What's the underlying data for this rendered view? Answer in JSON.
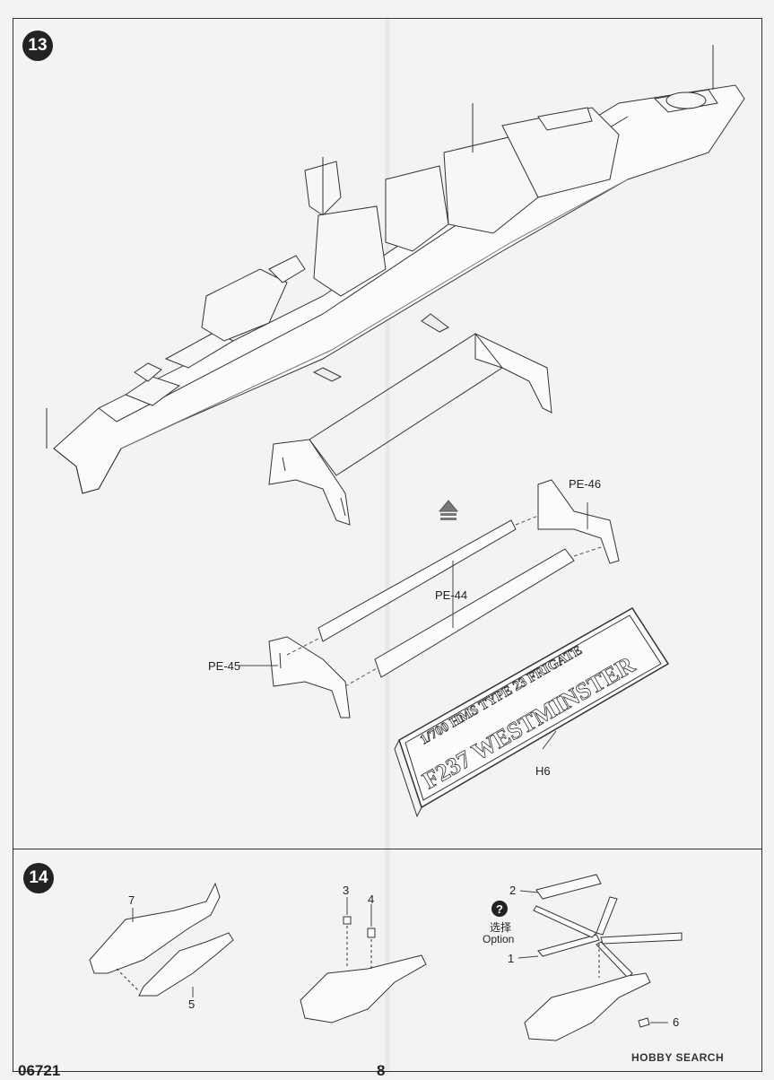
{
  "steps": {
    "step13": "13",
    "step14": "14"
  },
  "labels": {
    "pe46": "PE-46",
    "pe44": "PE-44",
    "pe45": "PE-45",
    "h6": "H6",
    "part7": "7",
    "part5": "5",
    "part3": "3",
    "part4": "4",
    "part2": "2",
    "part1": "1",
    "part6": "6",
    "option_cn": "选择",
    "option_en": "Option",
    "option_icon": "?"
  },
  "plaque": {
    "line1": "1/700 HMS TYPE 23 FRIGATE",
    "line2": "F237 WESTMINSTER"
  },
  "footer": {
    "code": "06721",
    "page": "8"
  },
  "watermark": "HOBBY SEARCH"
}
